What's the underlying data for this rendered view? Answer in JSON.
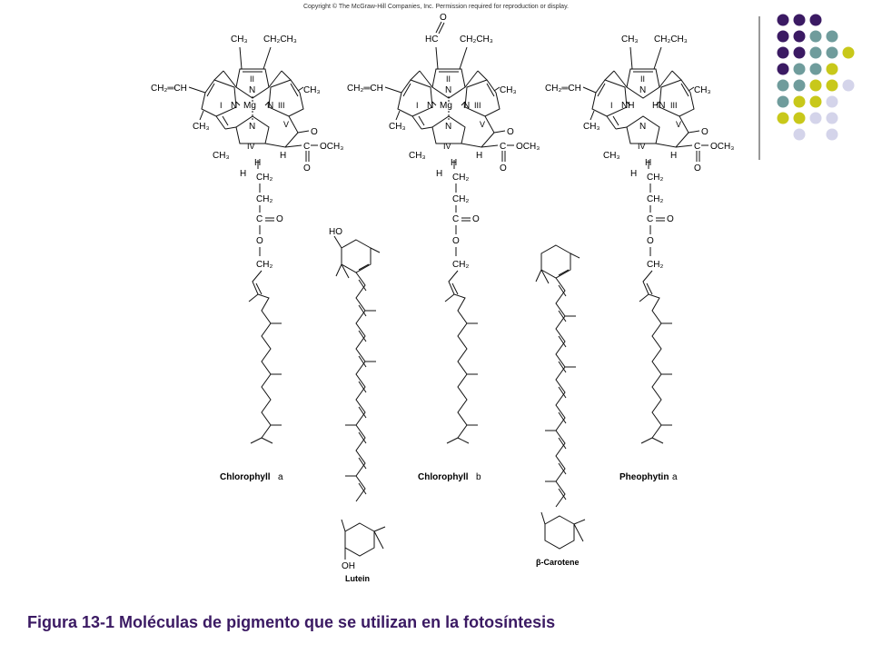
{
  "copyright": "Copyright © The McGraw-Hill Companies, Inc. Permission required for reproduction or display.",
  "caption": "Figura 13-1 Moléculas de pigmento que se utilizan en la fotosíntesis",
  "molecules": {
    "chlorophyll_a": {
      "name": "Chlorophyll",
      "suffix": "a",
      "metal": "Mg"
    },
    "chlorophyll_b": {
      "name": "Chlorophyll",
      "suffix": "b",
      "metal": "Mg",
      "aldehyde": "HC"
    },
    "pheophytin_a": {
      "name": "Pheophytin",
      "suffix": "a"
    },
    "lutein": {
      "name": "Lutein",
      "top_group": "HO",
      "bottom_group": "OH"
    },
    "beta_carotene": {
      "name": "β-Carotene"
    }
  },
  "labels": {
    "ch3": "CH₃",
    "ch2ch3": "CH₂CH₃",
    "ch2ch": "CH₂═CH",
    "och3": "OCH₃",
    "ch2": "CH₂",
    "ring_I": "I",
    "ring_II": "II",
    "ring_III": "III",
    "ring_IV": "IV",
    "ring_V": "V",
    "n": "N",
    "nh": "NH",
    "hn": "HN",
    "h": "H",
    "o": "O",
    "c": "C"
  },
  "decor": {
    "dot_colors": {
      "purple": "#3b1a63",
      "teal": "#6f9c9c",
      "yellow": "#c8c81a",
      "lavender": "#d4d4ea"
    }
  }
}
